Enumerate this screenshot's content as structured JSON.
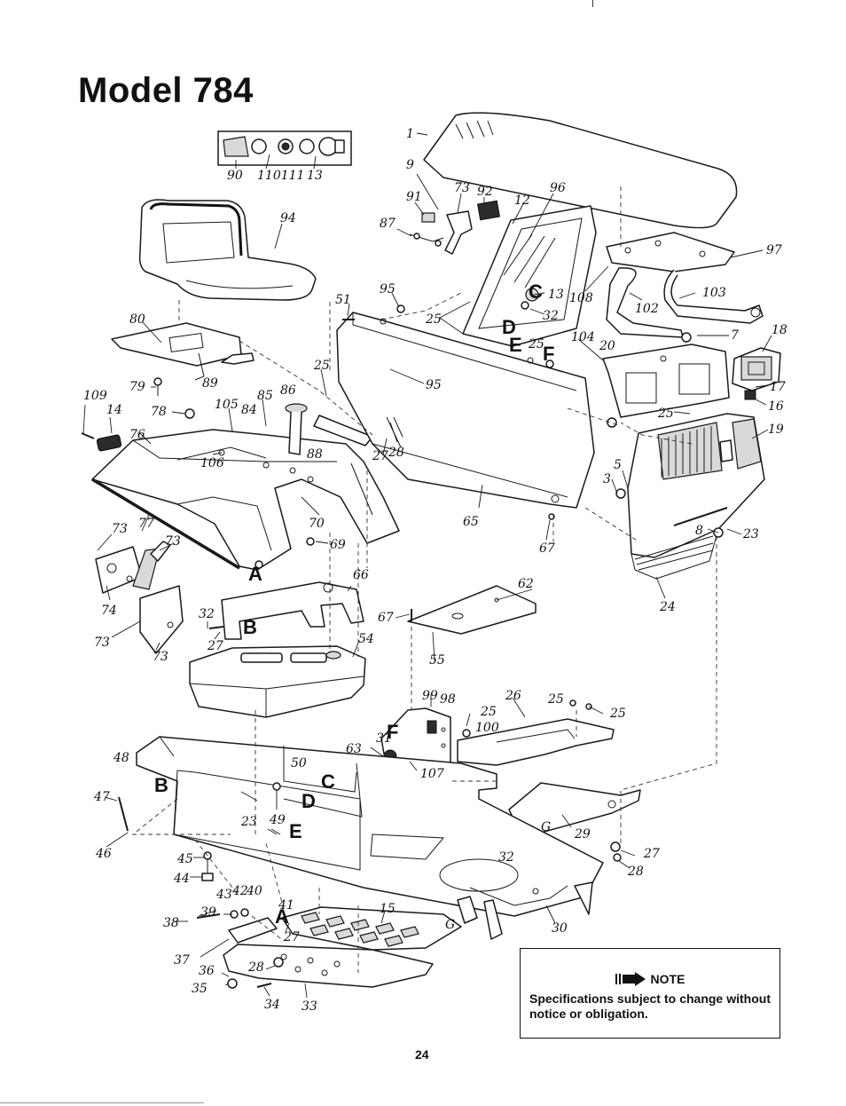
{
  "title": "Model 784",
  "page_number": "24",
  "note": {
    "heading": "NOTE",
    "text": "Specifications subject to change without notice or obligation.",
    "icon": "arrow-right-icon"
  },
  "callouts": {
    "c1": "1",
    "c9": "9",
    "c73a": "73",
    "c92": "92",
    "c12": "12",
    "c96": "96",
    "c91": "91",
    "c87": "87",
    "c97": "97",
    "c103": "103",
    "c108": "108",
    "c102": "102",
    "c7": "7",
    "c18": "18",
    "c104": "104",
    "c20": "20",
    "c17": "17",
    "c16": "16",
    "c19": "19",
    "c25a": "25",
    "c5": "5",
    "c3": "3",
    "c8": "8",
    "c23a": "23",
    "c24": "24",
    "c90": "90",
    "c110111": "110111",
    "c13a": "13",
    "c94": "94",
    "c80": "80",
    "c51": "51",
    "c95a": "95",
    "c25b": "25",
    "c13b": "13",
    "c32a": "32",
    "c25c": "25",
    "c95b": "95",
    "c25d": "25",
    "c109": "109",
    "c79": "79",
    "c89": "89",
    "c86": "86",
    "c85": "85",
    "c105": "105",
    "c84": "84",
    "c78": "78",
    "c14": "14",
    "c76": "76",
    "c106": "106",
    "c88": "88",
    "c27a": "27",
    "c28a": "28",
    "c65": "65",
    "c67a": "67",
    "c70": "70",
    "c69": "69",
    "c73b": "73",
    "c77": "77",
    "c73c": "73",
    "c74": "74",
    "c73d": "73",
    "c73e": "73",
    "c66": "66",
    "c32b": "32",
    "c27b": "27",
    "c54": "54",
    "c62": "62",
    "c67b": "67",
    "c55": "55",
    "c99": "99",
    "c98": "98",
    "c25e": "25",
    "c100": "100",
    "c26": "26",
    "c25f": "25",
    "c25g": "25",
    "c63": "63",
    "c31": "31",
    "c107": "107",
    "c48": "48",
    "c50": "50",
    "c47": "47",
    "c49": "49",
    "c23b": "23",
    "c46": "46",
    "c45": "45",
    "c44": "44",
    "c43": "43",
    "c42": "42",
    "c40": "40",
    "c41": "41",
    "c39": "39",
    "c38": "38",
    "c15": "15",
    "c27c": "27",
    "c37": "37",
    "c36": "36",
    "c28b": "28",
    "c35": "35",
    "c34": "34",
    "c33": "33",
    "c29": "29",
    "c27d": "27",
    "c28c": "28",
    "c30": "30",
    "c32c": "32",
    "cG1": "G",
    "cG2": "G"
  },
  "reference_letters": {
    "A1": "A",
    "B1": "B",
    "C1": "C",
    "D1": "D",
    "E1": "E",
    "F1": "F",
    "A2": "A",
    "B2": "B",
    "C2": "C",
    "D2": "D",
    "E2": "E",
    "F2": "F"
  }
}
